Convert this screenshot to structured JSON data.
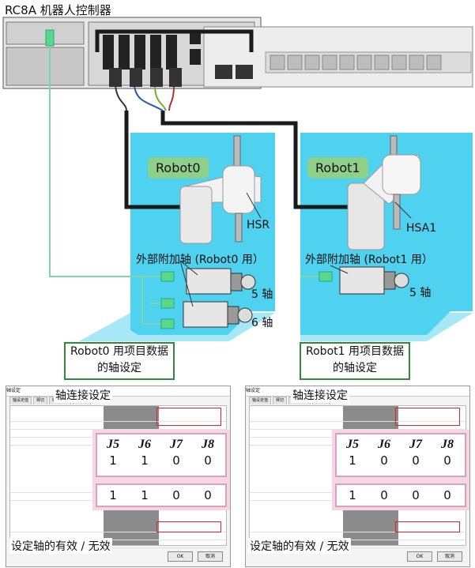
{
  "title": "RC8A 机器人控制器",
  "robot0": {
    "name": "Robot0",
    "model": "HSR",
    "ext_label": "外部附加轴 (Robot0 用）",
    "axis5": "5 轴",
    "axis6": "6 轴"
  },
  "robot1": {
    "name": "Robot1",
    "model": "HSA1",
    "ext_label": "外部附加轴 (Robot1 用）",
    "axis5": "5 轴"
  },
  "box0": [
    "Robot0 用项目数据",
    "的轴设定"
  ],
  "box1": [
    "Robot1 用项目数据",
    "的轴设定"
  ],
  "panel_left": {
    "window_title": "轴设定",
    "tabs": [
      "轴设定值",
      "臂切",
      "链接信息",
      "臂无效"
    ],
    "callout_top": "轴连接设定",
    "callout_bottom": "设定轴的有效 / 无效",
    "axis_headers": [
      "J5",
      "J6",
      "J7",
      "J8"
    ],
    "connection_values": [
      "1",
      "1",
      "0",
      "0"
    ],
    "enable_values": [
      "1",
      "1",
      "0",
      "0"
    ],
    "ok": "OK",
    "cancel": "取消"
  },
  "panel_right": {
    "window_title": "轴设定",
    "tabs": [
      "轴设定值",
      "臂切",
      "链接信息",
      "臂无效"
    ],
    "callout_top": "轴连接设定",
    "callout_bottom": "设定轴的有效 / 无效",
    "axis_headers": [
      "J5",
      "J6",
      "J7",
      "J8"
    ],
    "connection_values": [
      "1",
      "0",
      "0",
      "0"
    ],
    "enable_values": [
      "1",
      "0",
      "0",
      "0"
    ],
    "ok": "OK",
    "cancel": "取消"
  },
  "colors": {
    "cyan": "#4fd1f0",
    "cable": "#1a1a1a",
    "green_line": "#7fd6a4",
    "green_box": "#2f8b3a",
    "pink": "#f7d6e3",
    "red": "#d8242b"
  }
}
